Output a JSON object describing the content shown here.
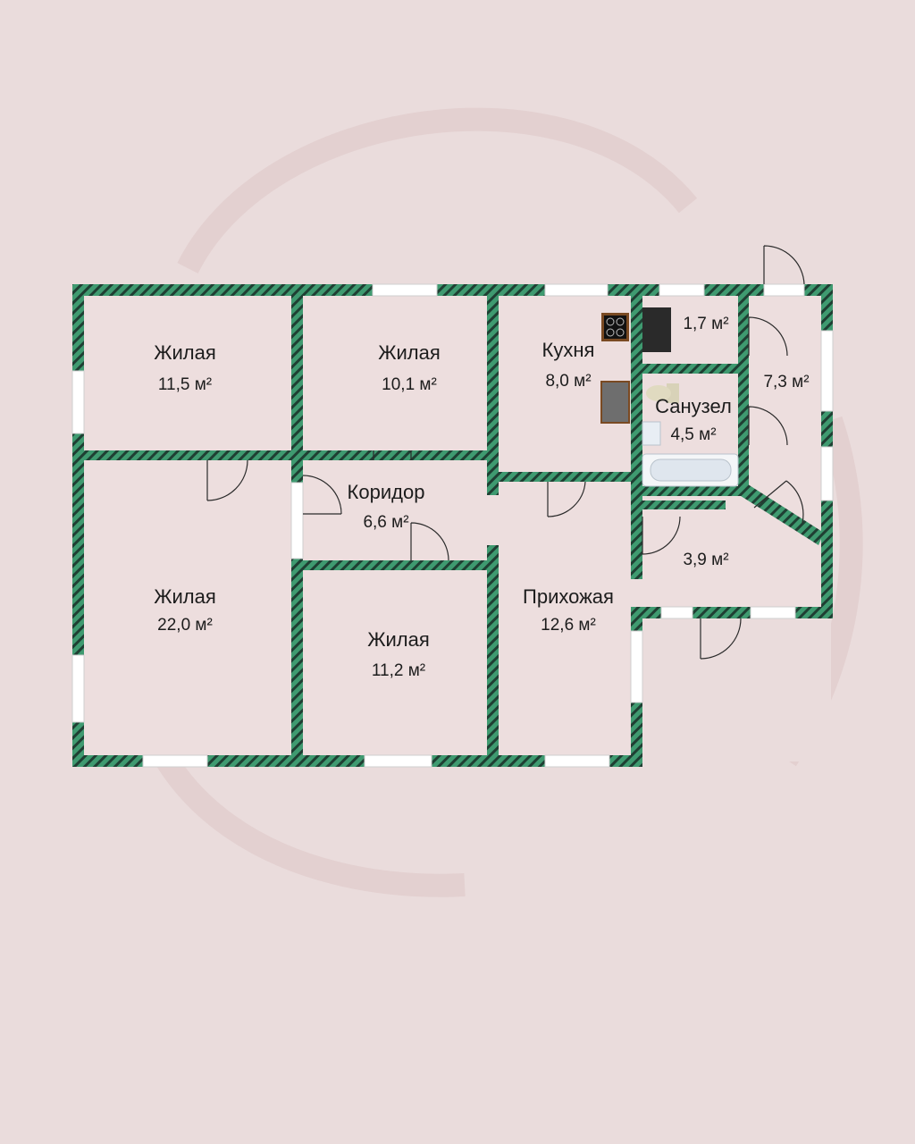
{
  "colors": {
    "background": "#eadcdc",
    "wall": "#3f9a70",
    "wall_hatch": "#1f3f33",
    "floor": "#eddede",
    "window": "#ffffff",
    "text": "#1c1c1c"
  },
  "rooms": [
    {
      "id": "living-1",
      "name": "Жилая",
      "area": "11,5 м²"
    },
    {
      "id": "living-2",
      "name": "Жилая",
      "area": "10,1 м²"
    },
    {
      "id": "kitchen",
      "name": "Кухня",
      "area": "8,0 м²"
    },
    {
      "id": "storage",
      "name": "",
      "area": "1,7 м²"
    },
    {
      "id": "vestibule",
      "name": "",
      "area": "7,3 м²"
    },
    {
      "id": "bathroom",
      "name": "Санузел",
      "area": "4,5 м²"
    },
    {
      "id": "living-3",
      "name": "Жилая",
      "area": "22,0 м²"
    },
    {
      "id": "corridor",
      "name": "Коридор",
      "area": "6,6 м²"
    },
    {
      "id": "living-4",
      "name": "Жилая",
      "area": "11,2 м²"
    },
    {
      "id": "hallway",
      "name": "Прихожая",
      "area": "12,6 м²"
    },
    {
      "id": "porch",
      "name": "",
      "area": "3,9 м²"
    }
  ]
}
